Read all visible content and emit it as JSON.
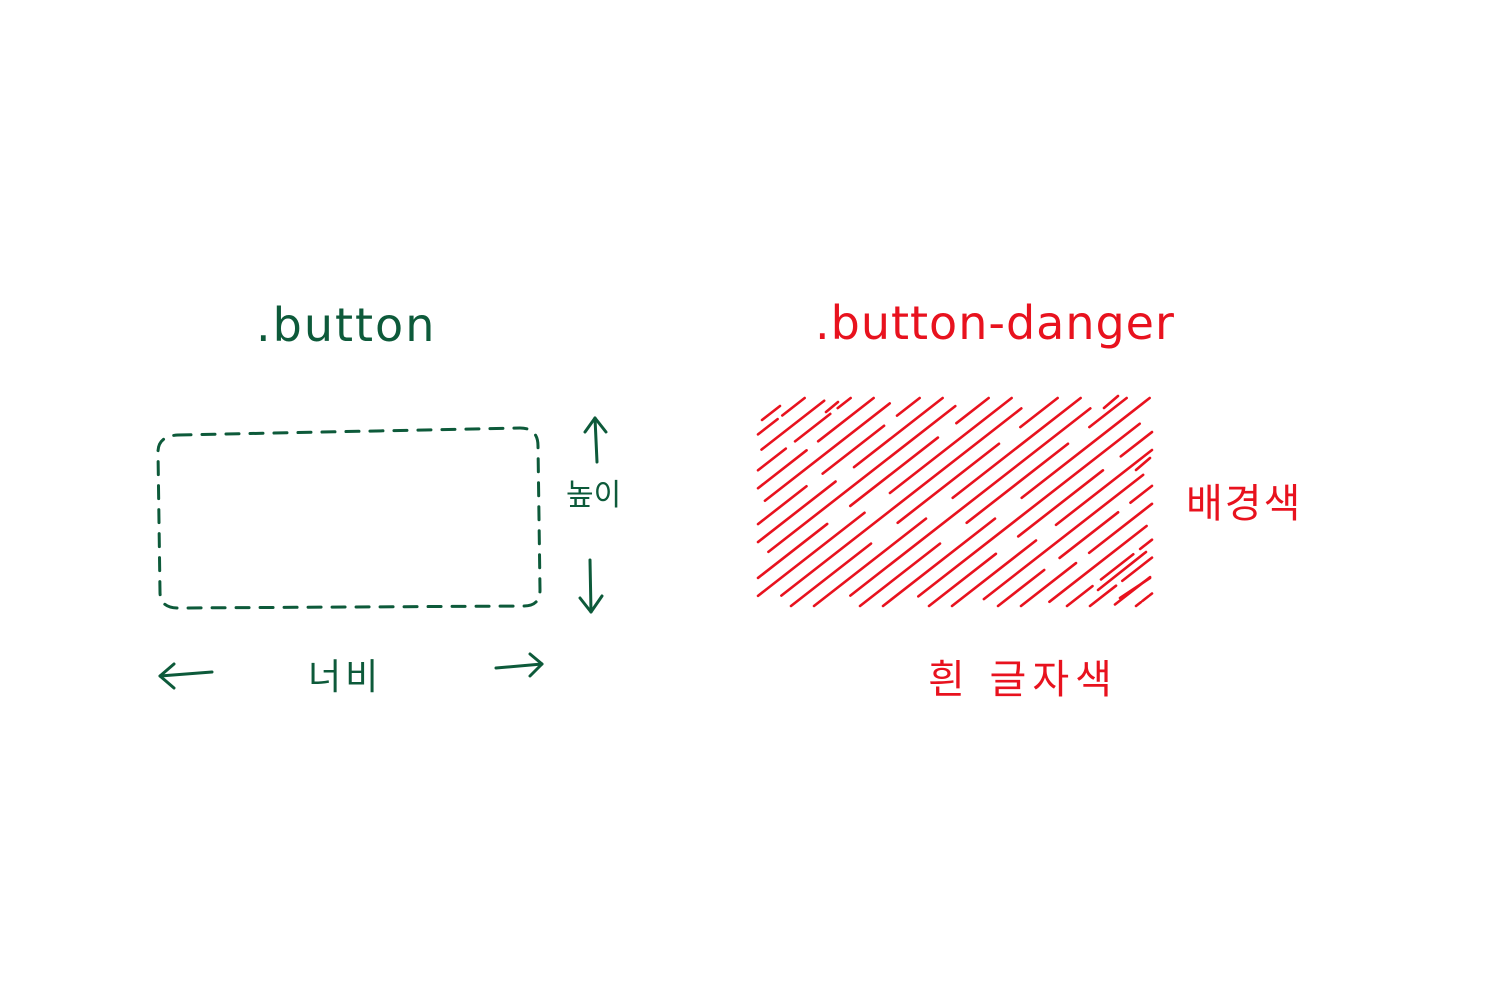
{
  "left": {
    "class_name": ".button",
    "width_label": "너비",
    "height_label": "높이",
    "color": "#0d5a3a"
  },
  "right": {
    "class_name": ".button-danger",
    "background_label": "배경색",
    "text_color_label": "흰 글자색",
    "color": "#e8121e"
  }
}
